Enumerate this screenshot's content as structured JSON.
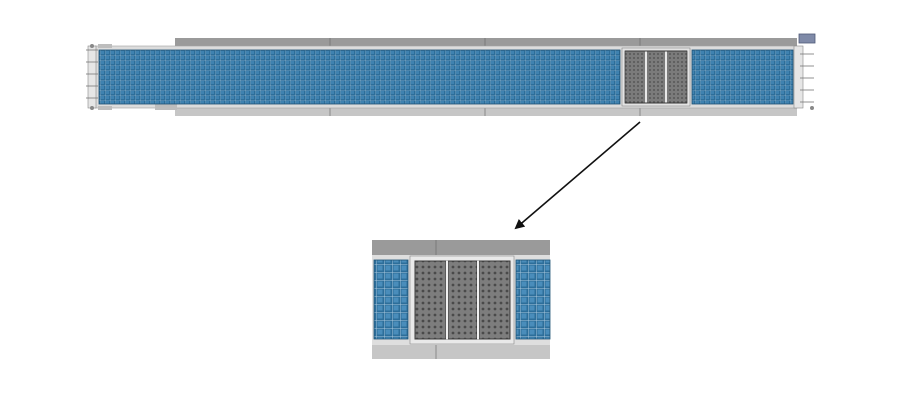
{
  "diagram": {
    "overview": {
      "name": "conveyor-plan-view",
      "sections": [
        {
          "kind": "blue-mesh-belt",
          "label": ""
        },
        {
          "kind": "grey-grating-module",
          "panels": 3
        },
        {
          "kind": "blue-mesh-belt",
          "label": ""
        }
      ]
    },
    "detail": {
      "name": "grating-module-detail",
      "panels": 3
    },
    "connector": {
      "type": "arrow",
      "from": "overview-grating-module",
      "to": "detail-view"
    }
  },
  "colors": {
    "belt_blue": "#2d6e9a",
    "belt_grid": "#a9c8de",
    "frame_grey": "#9a9a9a",
    "frame_light": "#c6c6c6",
    "grating_dark": "#5c5c5c",
    "grating_mid": "#7b7b7b",
    "arrow": "#111111",
    "motor_box": "#7f8aa8"
  }
}
